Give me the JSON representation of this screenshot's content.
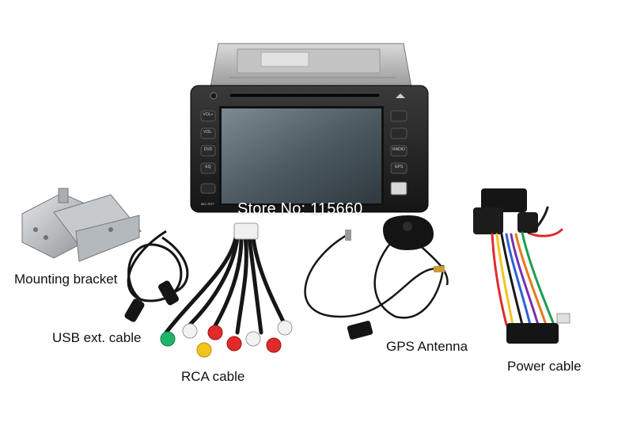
{
  "captions": {
    "mounting_bracket": "Mounting bracket",
    "usb_cable": "USB ext. cable",
    "rca_cable": "RCA cable",
    "gps_antenna": "GPS Antenna",
    "power_cable": "Power cable"
  },
  "watermark": "Store No: 115660",
  "head_unit": {
    "left_buttons": [
      "VOL+",
      "VOL-",
      "DVD",
      "EQ"
    ],
    "right_buttons": [
      "RADIO",
      "GPS"
    ],
    "bottom_label": "MIC RST"
  }
}
